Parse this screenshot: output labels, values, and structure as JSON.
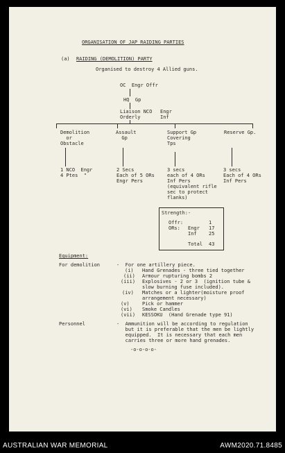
{
  "document": {
    "title": "ORGANISATION OF JAP RAIDING PARTIES",
    "section_label": "(a)",
    "section_title": "RAIDING (DEMOLITION) PARTY",
    "subtitle": "Organised to destroy 4 Allied guns.",
    "org_chart": {
      "top": "OC  Engr Offr",
      "hq": "HQ  Gp",
      "liaison_left": "Liaison NCO\nOrderly",
      "liaison_right": "Engr\nInf",
      "groups": [
        {
          "name": "Demolition\n  or\nObstacle",
          "detail": "1 NCO  Engr\n4 Ptes  \""
        },
        {
          "name": "Assault\n  Gp",
          "detail": "2 Secs\nEach of 5 ORs\nEngr Pers"
        },
        {
          "name": "Support Gp\nCovering\nTps",
          "detail": "3 secs\neach of 4 ORs\nInf Pers\n(equivalent rifle\nsec to protect\nflanks)"
        },
        {
          "name": "Reserve Gp.",
          "detail": "3 secs\nEach of 4 ORs\nInf Pers"
        }
      ]
    },
    "strength": {
      "heading": "Strength:-",
      "rows": [
        {
          "label": "Offr:",
          "sub": "",
          "value": "1"
        },
        {
          "label": "ORs:",
          "sub": "Engr",
          "value": "17"
        },
        {
          "label": "",
          "sub": "Inf",
          "value": "25"
        }
      ],
      "total_label": "Total",
      "total_value": "43"
    },
    "equipment": {
      "heading": "Equipment:",
      "demolition_label": "For demolition",
      "demolition_intro": "-  For one artillery piece.",
      "items": [
        {
          "num": "(i)",
          "text": "Hand Grenades - three tied together"
        },
        {
          "num": "(ii)",
          "text": "Armour rupturing bombs 2"
        },
        {
          "num": "(iii)",
          "text": "Explosives - 2 or 3  (ignition tube &\nslow burning fuse included)."
        },
        {
          "num": "(iv)",
          "text": "Matches or a lighter(moisture proof\narrangement necessary)"
        },
        {
          "num": "(v)",
          "text": "Pick or hammer"
        },
        {
          "num": "(vi)",
          "text": "Smoke Candles"
        },
        {
          "num": "(vii)",
          "text": "KESSOKU  (Hand Grenade type 91)"
        }
      ],
      "personnel_label": "Personnel",
      "personnel_text": "-  Ammunition will be according to regulation\n   but it is preferable that the men be lightly\n   equipped.  It is necessary that each men\n   carries three or more hand grenades."
    },
    "end_mark": "-o-o-o-o-"
  },
  "footer": {
    "left": "AUSTRALIAN WAR MEMORIAL",
    "right": "AWM2020.71.8485"
  }
}
